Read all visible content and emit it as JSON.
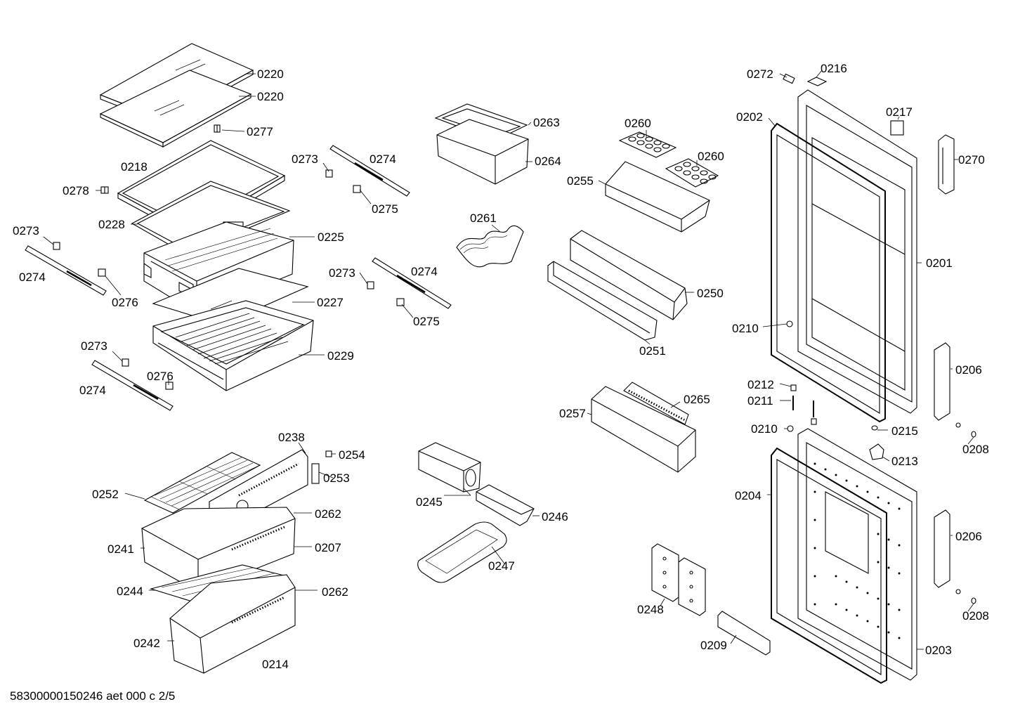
{
  "diagram": {
    "footer": "58300000150246 aet 000 c 2/5",
    "labels": {
      "l0220a": "0220",
      "l0220b": "0220",
      "l0277": "0277",
      "l0218": "0218",
      "l0278": "0278",
      "l0228": "0228",
      "l0225": "0225",
      "l0273a": "0273",
      "l0274a": "0274",
      "l0276a": "0276",
      "l0227": "0227",
      "l0229": "0229",
      "l0273b": "0273",
      "l0274b": "0274",
      "l0276b": "0276",
      "l0273c": "0273",
      "l0274c": "0274",
      "l0275a": "0275",
      "l0273d": "0273",
      "l0274d": "0274",
      "l0275b": "0275",
      "l0263": "0263",
      "l0264": "0264",
      "l0261": "0261",
      "l0260a": "0260",
      "l0260b": "0260",
      "l0255": "0255",
      "l0250": "0250",
      "l0251": "0251",
      "l0257": "0257",
      "l0265": "0265",
      "l0245": "0245",
      "l0246": "0246",
      "l0247": "0247",
      "l0238": "0238",
      "l0254": "0254",
      "l0253": "0253",
      "l0252": "0252",
      "l0262a": "0262",
      "l0241": "0241",
      "l0207": "0207",
      "l0244": "0244",
      "l0262b": "0262",
      "l0242": "0242",
      "l0214": "0214",
      "l0272": "0272",
      "l0216": "0216",
      "l0217": "0217",
      "l0202": "0202",
      "l0270": "0270",
      "l0201": "0201",
      "l0210a": "0210",
      "l0206a": "0206",
      "l0212": "0212",
      "l0211": "0211",
      "l0210b": "0210",
      "l0215": "0215",
      "l0208a": "0208",
      "l0213": "0213",
      "l0204": "0204",
      "l0206b": "0206",
      "l0248": "0248",
      "l0208b": "0208",
      "l0209": "0209",
      "l0203": "0203"
    }
  }
}
